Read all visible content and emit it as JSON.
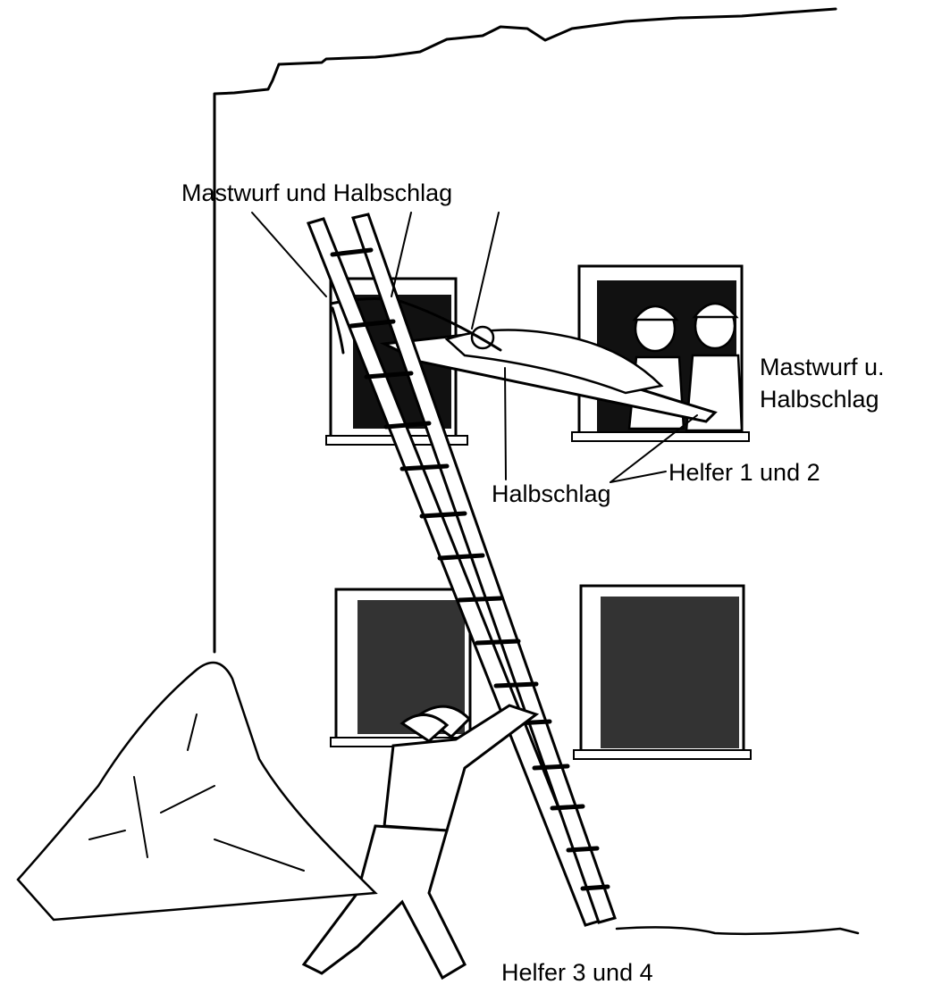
{
  "labels": {
    "top_knot": "Mastwurf und Halbschlag",
    "right_knot_line1": "Mastwurf u.",
    "right_knot_line2": "Halbschlag",
    "half_hitch": "Halbschlag",
    "helpers_top": "Helfer 1 und 2",
    "helpers_bottom": "Helfer 3 und 4"
  }
}
